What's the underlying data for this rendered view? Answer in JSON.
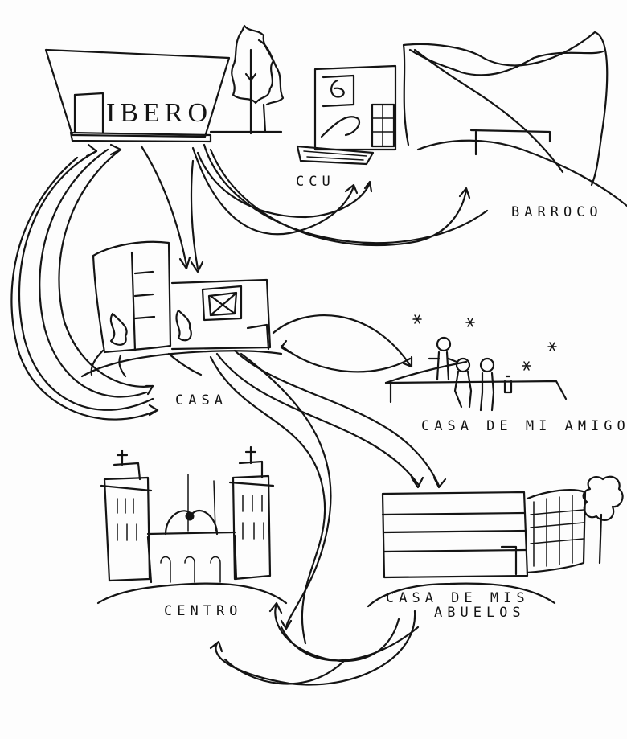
{
  "sign": {
    "text": "IBERO"
  },
  "places": {
    "ibero": "IBERO",
    "ccu": "CCU",
    "barroco": "BARROCO",
    "casa": "CASA",
    "casa_amigo": "CASA DE MI AMIGO",
    "centro": "CENTRO",
    "casa_abuelos_line1": "CASA DE MIS",
    "casa_abuelos_line2": "ABUELOS"
  },
  "connections": [
    {
      "from": "IBERO",
      "to": "CASA"
    },
    {
      "from": "CASA",
      "to": "IBERO"
    },
    {
      "from": "IBERO",
      "to": "CCU"
    },
    {
      "from": "IBERO",
      "to": "BARROCO"
    },
    {
      "from": "CASA",
      "to": "CASA DE MI AMIGO"
    },
    {
      "from": "CASA DE MI AMIGO",
      "to": "CASA"
    },
    {
      "from": "CASA",
      "to": "CASA DE MIS ABUELOS"
    },
    {
      "from": "CASA",
      "to": "CENTRO"
    },
    {
      "from": "CASA DE MIS ABUELOS",
      "to": "CENTRO"
    }
  ]
}
